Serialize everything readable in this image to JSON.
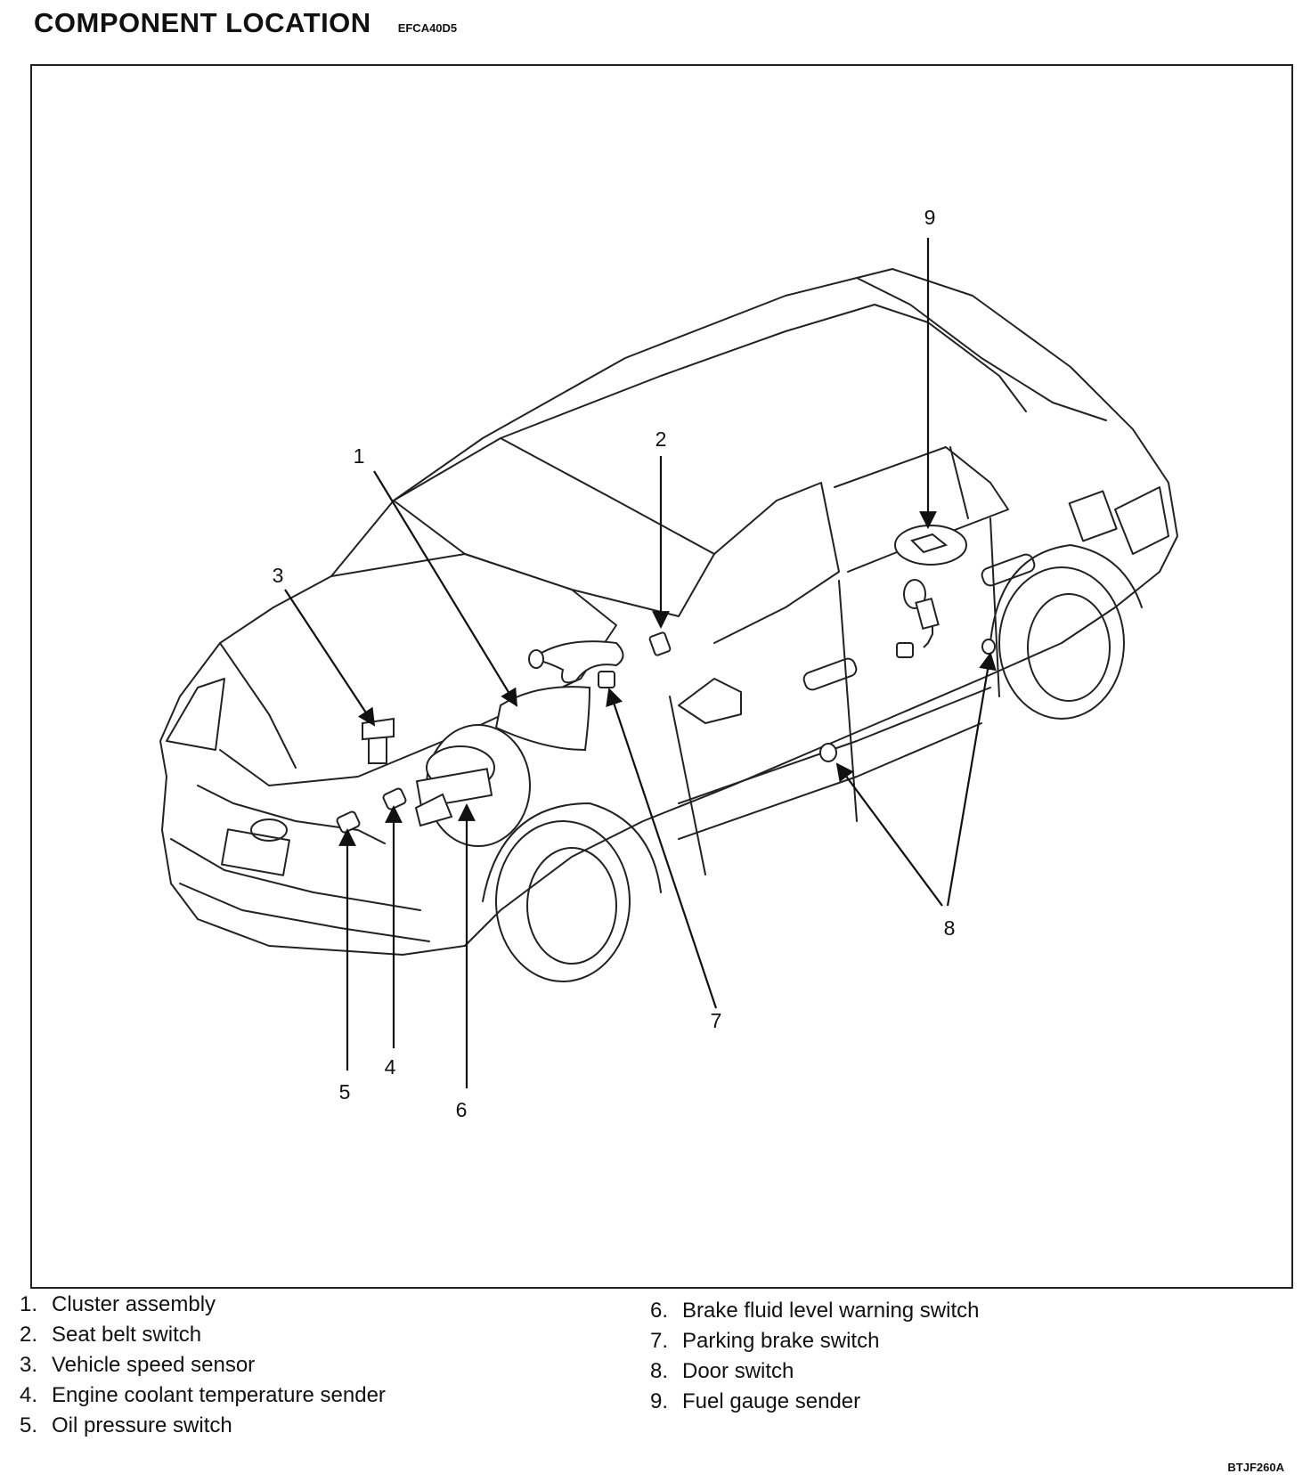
{
  "header": {
    "title": "COMPONENT LOCATION",
    "code": "EFCA40D5"
  },
  "figure_id": "BTJF260A",
  "callouts": [
    "1",
    "2",
    "3",
    "4",
    "5",
    "6",
    "7",
    "8",
    "9"
  ],
  "legend": {
    "left": [
      {
        "num": "1.",
        "label": "Cluster assembly"
      },
      {
        "num": "2.",
        "label": "Seat belt switch"
      },
      {
        "num": "3.",
        "label": "Vehicle speed sensor"
      },
      {
        "num": "4.",
        "label": "Engine coolant temperature sender"
      },
      {
        "num": "5.",
        "label": "Oil pressure switch"
      }
    ],
    "right": [
      {
        "num": "6.",
        "label": "Brake fluid level warning switch"
      },
      {
        "num": "7.",
        "label": "Parking brake switch"
      },
      {
        "num": "8.",
        "label": "Door switch"
      },
      {
        "num": "9.",
        "label": "Fuel gauge sender"
      }
    ]
  }
}
